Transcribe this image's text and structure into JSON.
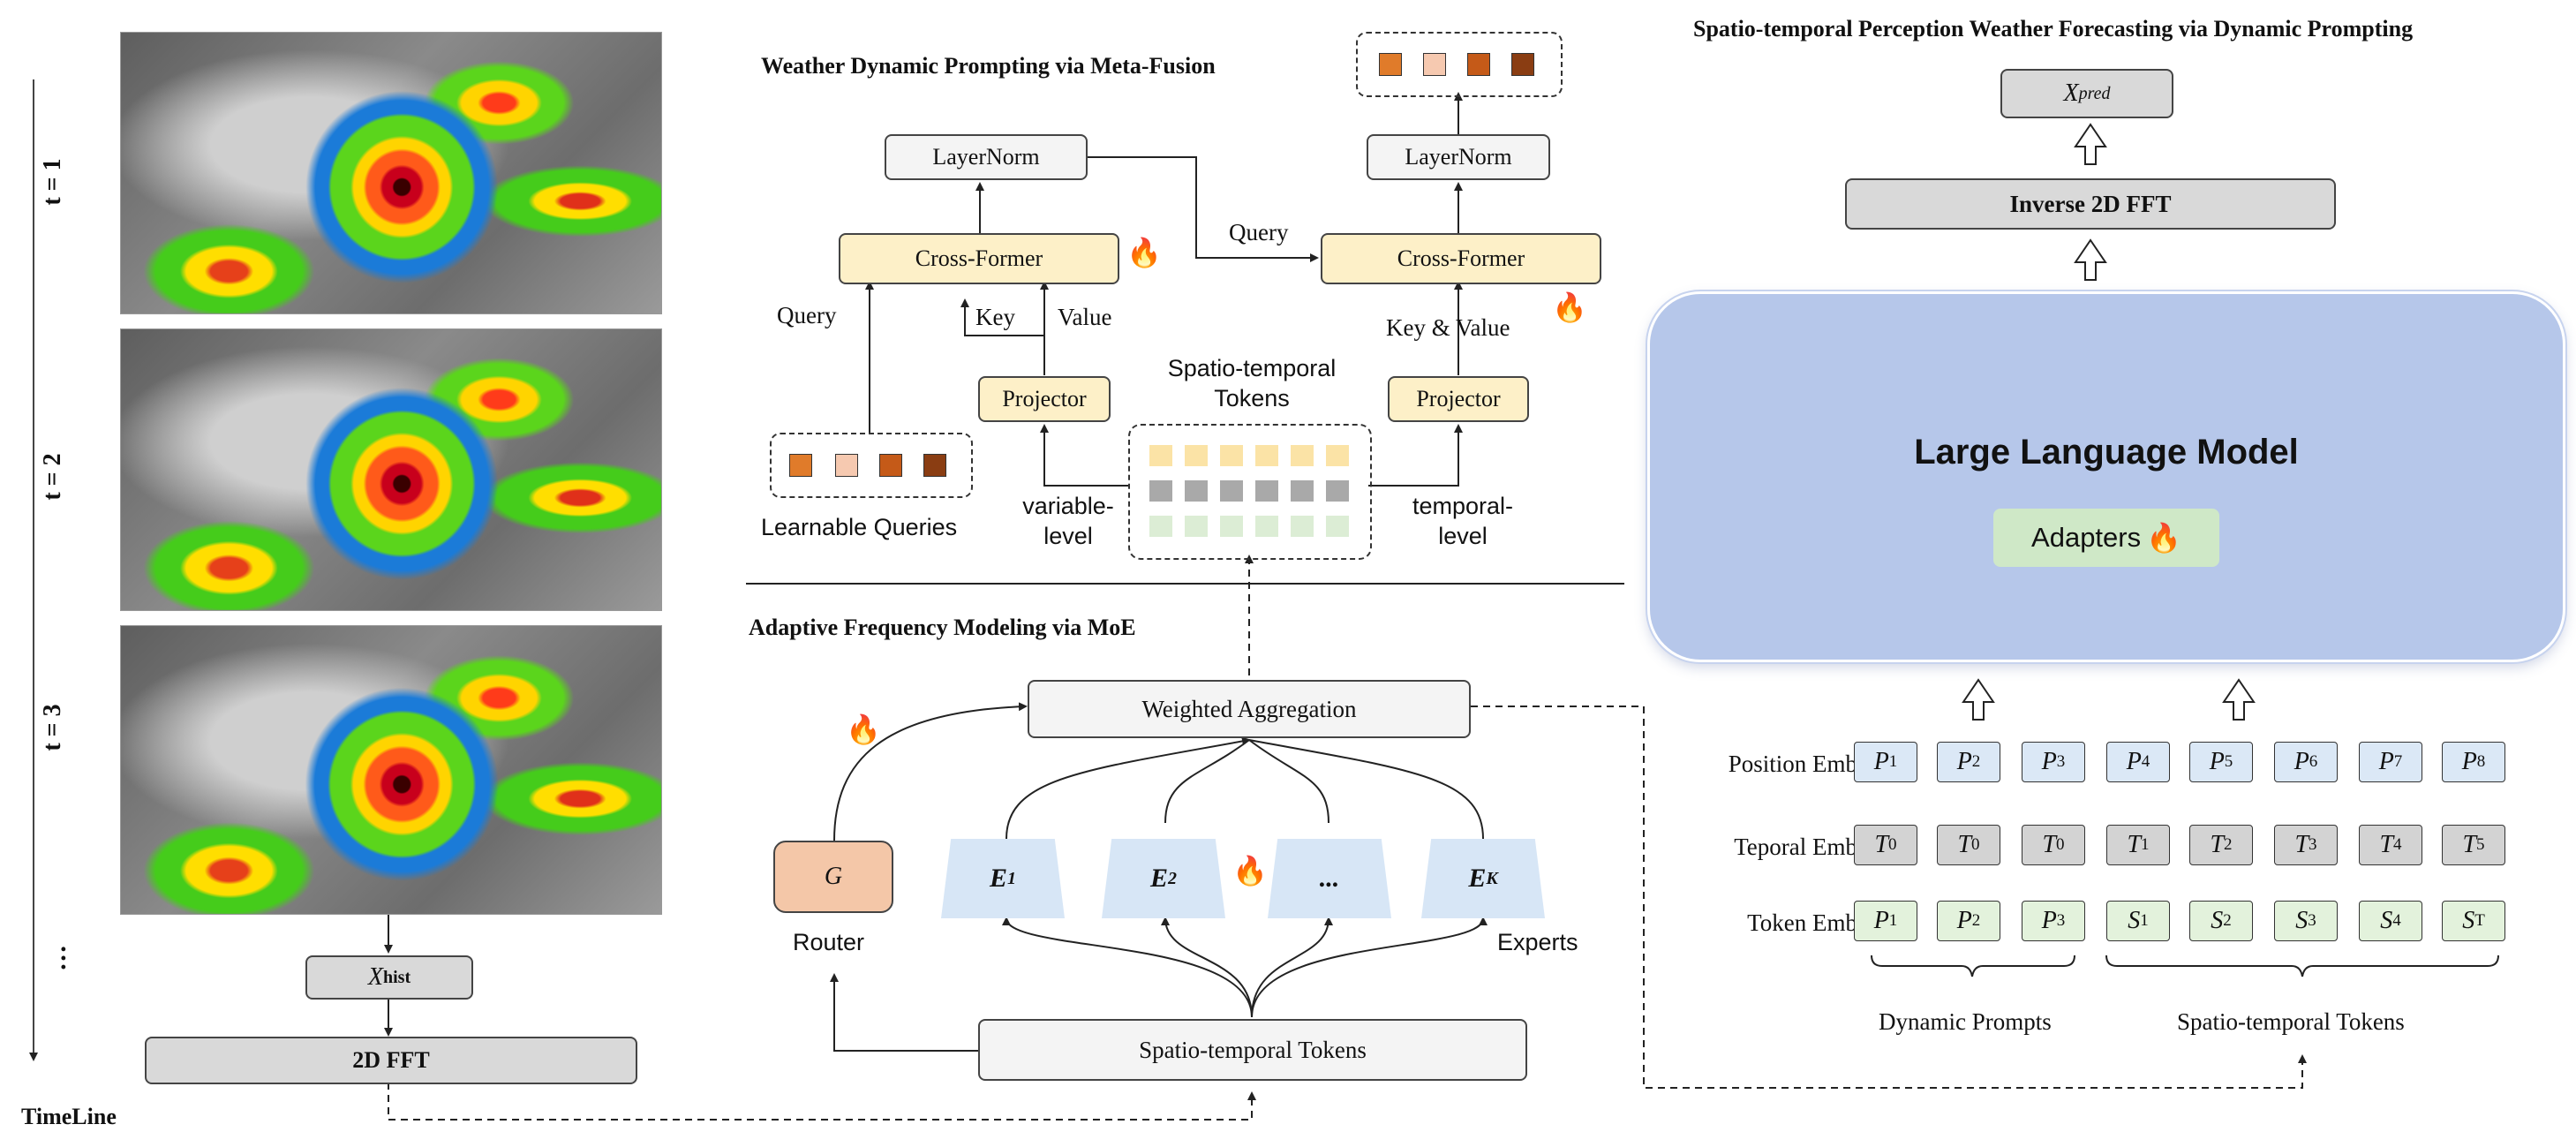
{
  "timeline": {
    "labels": [
      "t = 1",
      "t = 2",
      "t = 3",
      "…"
    ],
    "axis_label": "TimeLine",
    "xhist": "X",
    "xhist_sub": "hist",
    "fft": "2D FFT"
  },
  "prompting": {
    "title": "Weather Dynamic Prompting via Meta-Fusion",
    "layernorm": "LayerNorm",
    "crossformer": "Cross-Former",
    "projector": "Projector",
    "query": "Query",
    "key": "Key",
    "value": "Value",
    "key_value": "Key & Value",
    "st_tokens": "Spatio-temporal Tokens",
    "learnable_queries": "Learnable Queries",
    "variable_level": "variable-level",
    "temporal_level": "temporal-level",
    "query_colors": [
      "#e07b2a",
      "#f6c9b0",
      "#c55a18",
      "#8a3d12"
    ],
    "output_colors": [
      "#e07b2a",
      "#f6c9b0",
      "#c55a18",
      "#8a3d12"
    ],
    "token_colors": [
      "#fbe3a6",
      "#a9a9a9",
      "#dcedd5"
    ]
  },
  "moe": {
    "title": "Adaptive Frequency Modeling via MoE",
    "weighted_aggregation": "Weighted Aggregation",
    "router_symbol": "G",
    "router_label": "Router",
    "experts": [
      "E",
      "E",
      "...",
      "E"
    ],
    "expert_subs": [
      "1",
      "2",
      "",
      "K"
    ],
    "experts_label": "Experts",
    "st_tokens": "Spatio-temporal Tokens"
  },
  "forecast": {
    "title": "Spatio-temporal Perception Weather Forecasting via Dynamic Prompting",
    "xpred": "X",
    "xpred_sub": "pred",
    "inverse_fft": "Inverse 2D FFT",
    "llm": "Large Language Model",
    "adapters": "Adapters",
    "rows": [
      {
        "label": "Position Emb",
        "tokens": [
          [
            "P",
            "1"
          ],
          [
            "P",
            "2"
          ],
          [
            "P",
            "3"
          ],
          [
            "P",
            "4"
          ],
          [
            "P",
            "5"
          ],
          [
            "P",
            "6"
          ],
          [
            "P",
            "7"
          ],
          [
            "P",
            "8"
          ]
        ]
      },
      {
        "label": "Teporal Emb",
        "tokens": [
          [
            "T",
            "0"
          ],
          [
            "T",
            "0"
          ],
          [
            "T",
            "0"
          ],
          [
            "T",
            "1"
          ],
          [
            "T",
            "2"
          ],
          [
            "T",
            "3"
          ],
          [
            "T",
            "4"
          ],
          [
            "T",
            "5"
          ]
        ]
      },
      {
        "label": "Token Emb",
        "tokens": [
          [
            "P",
            "1"
          ],
          [
            "P",
            "2"
          ],
          [
            "P",
            "3"
          ],
          [
            "S",
            "1"
          ],
          [
            "S",
            "2"
          ],
          [
            "S",
            "3"
          ],
          [
            "S",
            "4"
          ],
          [
            "S",
            "T"
          ]
        ]
      }
    ],
    "dynamic_prompts": "Dynamic Prompts",
    "st_tokens": "Spatio-temporal Tokens"
  }
}
